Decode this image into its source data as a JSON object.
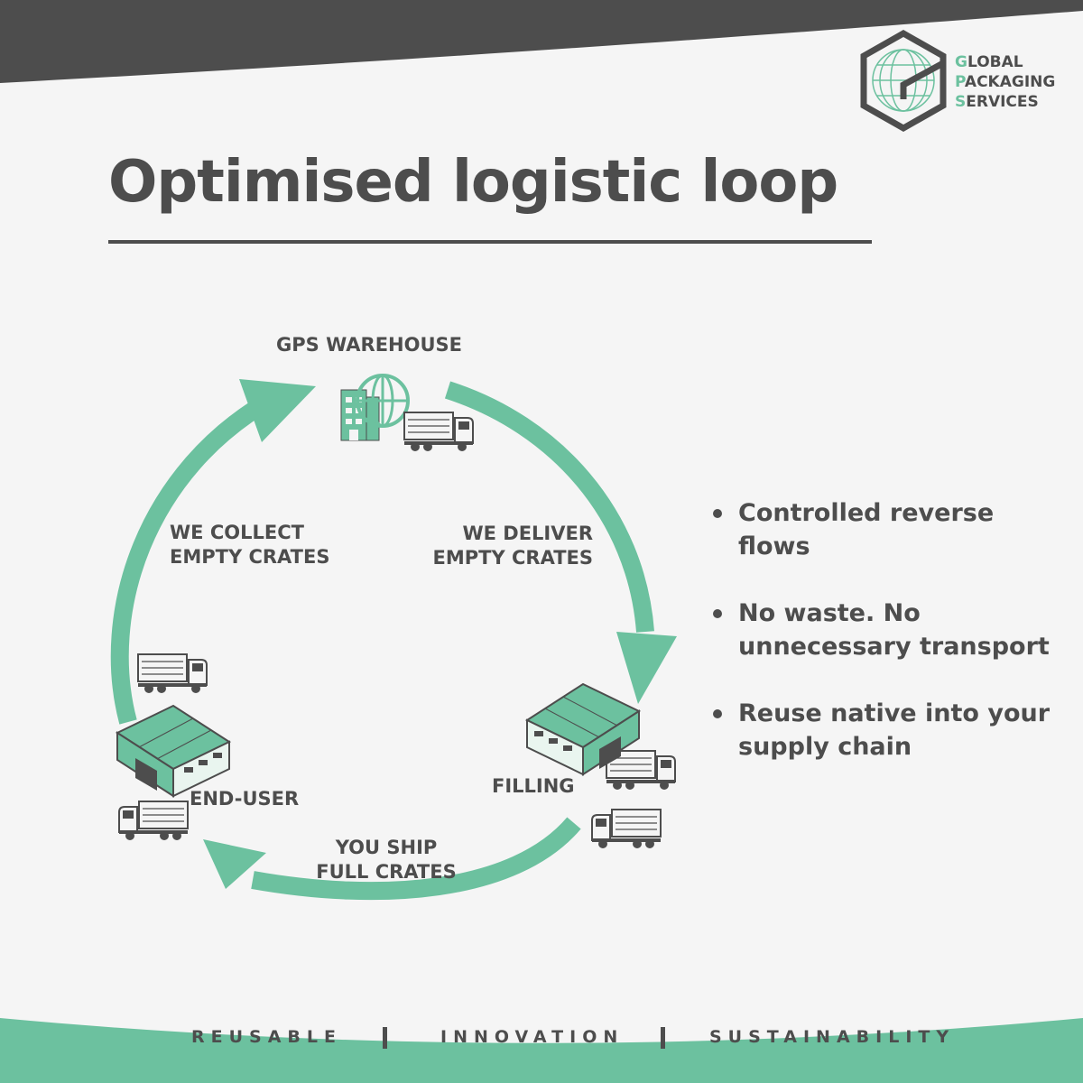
{
  "logo": {
    "lines": [
      {
        "first": "G",
        "rest": "LOBAL"
      },
      {
        "first": "P",
        "rest": "ACKAGING"
      },
      {
        "first": "S",
        "rest": "ERVICES"
      }
    ]
  },
  "title": "Optimised logistic loop",
  "diagram": {
    "nodes": {
      "warehouse": "GPS WAREHOUSE",
      "filling": "FILLING",
      "end_user": "END-USER"
    },
    "edges": {
      "deliver": [
        "WE DELIVER",
        "EMPTY CRATES"
      ],
      "ship": [
        "YOU SHIP",
        "FULL CRATES"
      ],
      "collect": [
        "WE COLLECT",
        "EMPTY CRATES"
      ]
    }
  },
  "bullets": [
    {
      "lines": [
        "Controlled reverse",
        "flows"
      ]
    },
    {
      "lines": [
        "No waste. No",
        "unnecessary transport"
      ]
    },
    {
      "lines": [
        "Reuse native into your",
        "supply chain"
      ]
    }
  ],
  "footer": [
    "REUSABLE",
    "INNOVATION",
    "SUSTAINABILITY"
  ],
  "colors": {
    "accent": "#6cc19f",
    "dark": "#4d4d4d",
    "background": "#f5f5f5"
  },
  "icons": [
    "globe-building-icon",
    "truck-icon",
    "warehouse-icon"
  ]
}
